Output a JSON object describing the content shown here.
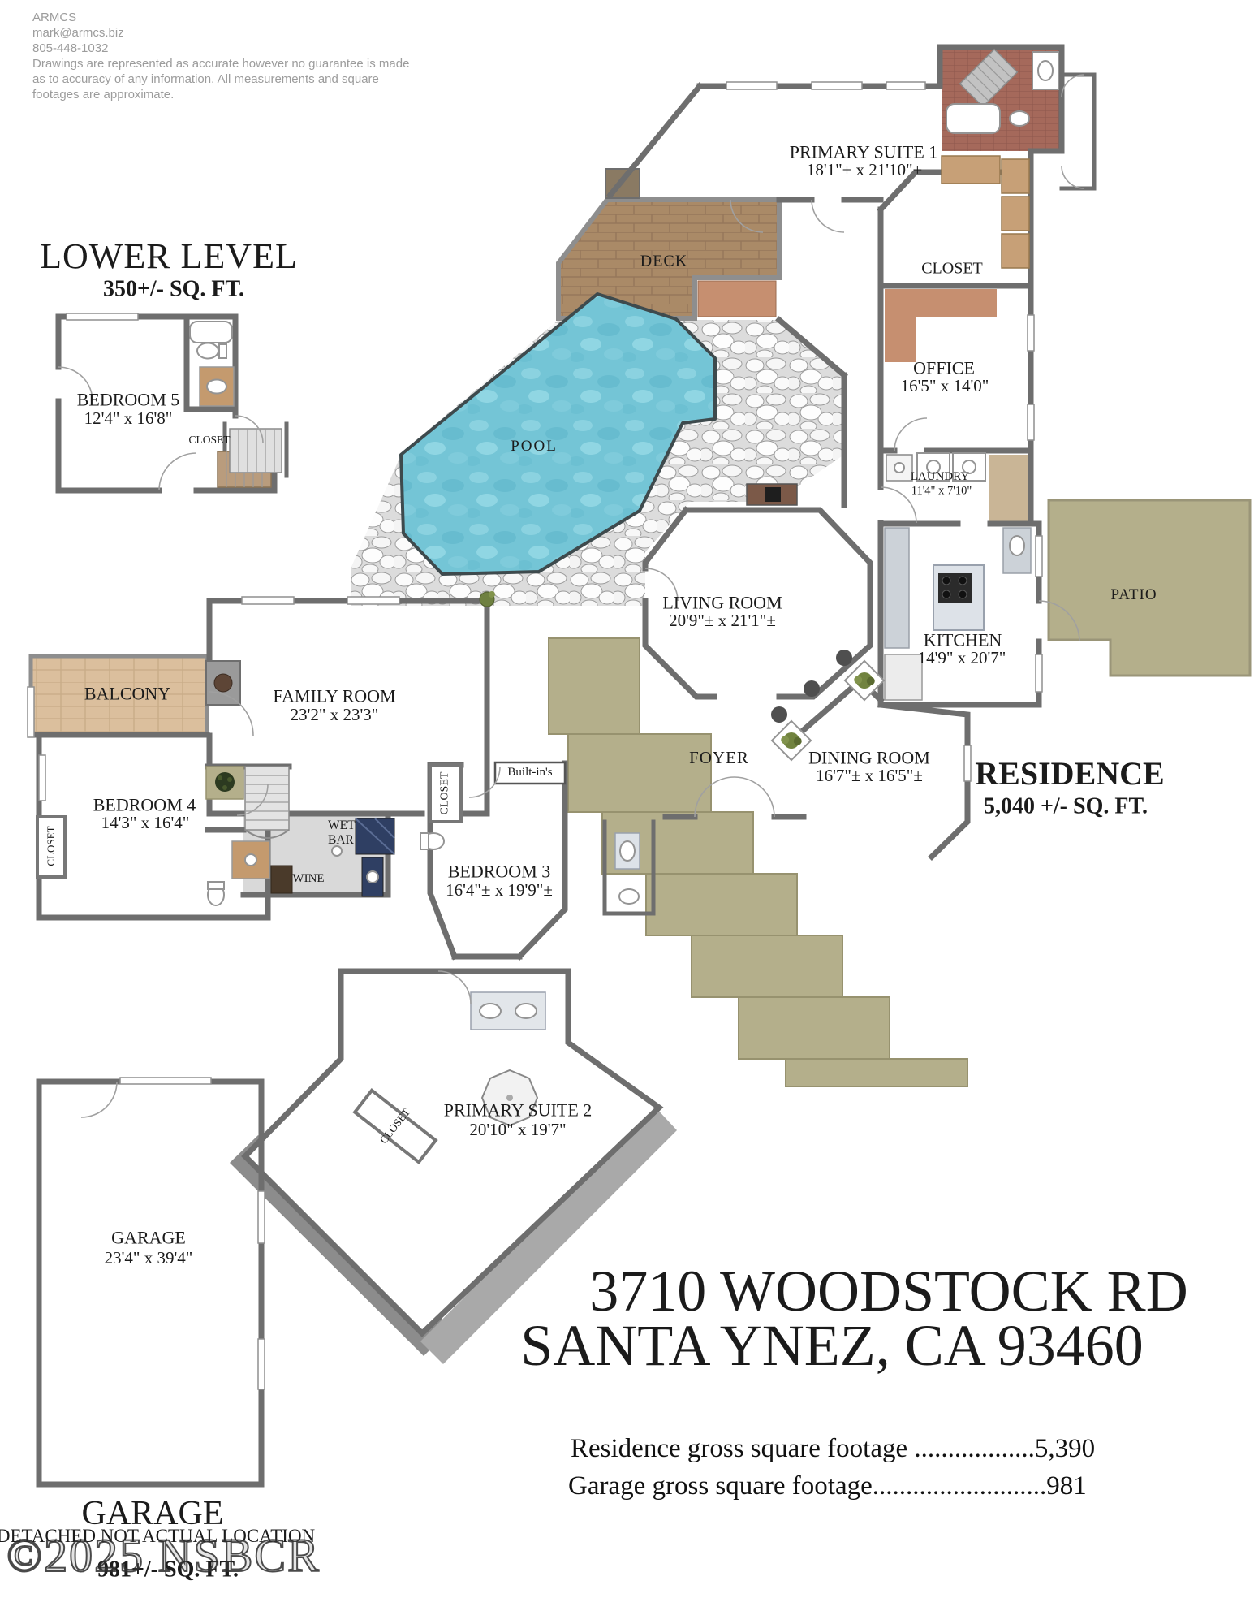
{
  "provider": {
    "name": "ARMCS",
    "email": "mark@armcs.biz",
    "phone": "805-448-1032",
    "disclaimer1": "Drawings are represented as accurate however no guarantee is made",
    "disclaimer2": "as to accuracy of any information. All measurements and square",
    "disclaimer3": "footages are approximate."
  },
  "lower_level": {
    "title": "LOWER LEVEL",
    "sqft": "350+/- SQ. FT.",
    "bedroom5": {
      "name": "BEDROOM 5",
      "dims": "12'4\" x 16'8\""
    },
    "closet": "CLOSET"
  },
  "rooms": {
    "primary_suite_1": {
      "name": "PRIMARY SUITE 1",
      "dims": "18'1\"± x 21'10\"±"
    },
    "deck": {
      "name": "DECK"
    },
    "closet_upper": {
      "name": "CLOSET"
    },
    "office": {
      "name": "OFFICE",
      "dims": "16'5\" x 14'0\""
    },
    "pool": {
      "name": "POOL"
    },
    "laundry": {
      "name": "LAUNDRY",
      "dims": "11'4\" x 7'10\""
    },
    "patio": {
      "name": "PATIO"
    },
    "living_room": {
      "name": "LIVING ROOM",
      "dims": "20'9\"± x 21'1\"±"
    },
    "kitchen": {
      "name": "KITCHEN",
      "dims": "14'9\" x 20'7\""
    },
    "balcony": {
      "name": "BALCONY"
    },
    "family_room": {
      "name": "FAMILY ROOM",
      "dims": "23'2\" x 23'3\""
    },
    "foyer": {
      "name": "FOYER"
    },
    "dining_room": {
      "name": "DINING ROOM",
      "dims": "16'7\"± x 16'5\"±"
    },
    "bedroom_4": {
      "name": "BEDROOM 4",
      "dims": "14'3\" x 16'4\""
    },
    "closet_bedroom4": {
      "name": "CLOSET"
    },
    "wet_bar": {
      "line1": "WET",
      "line2": "BAR"
    },
    "wine": {
      "name": "WINE"
    },
    "closet_bedroom3": {
      "name": "CLOSET"
    },
    "built_ins": {
      "name": "Built-in's"
    },
    "bedroom_3": {
      "name": "BEDROOM 3",
      "dims": "16'4\"± x 19'9\"±"
    },
    "primary_suite_2": {
      "name": "PRIMARY SUITE 2",
      "dims": "20'10\" x 19'7\""
    },
    "closet_suite2": {
      "name": "CLOSET"
    },
    "garage": {
      "name": "GARAGE",
      "dims": "23'4\" x 39'4\""
    }
  },
  "residence": {
    "label": "RESIDENCE",
    "sqft": "5,040 +/- SQ. FT."
  },
  "footer": {
    "address_line1": "3710 WOODSTOCK RD",
    "address_line2": "SANTA YNEZ, CA 93460",
    "residence_footage": "Residence gross square footage ..................5,390",
    "garage_footage": "Garage gross square footage..........................981",
    "garage_title": "GARAGE",
    "garage_note": "DETACHED NOT ACTUAL LOCATION",
    "garage_sqft": "981+/- SQ. FT.",
    "watermark": "©2025 NSBCR"
  },
  "colors": {
    "pool": "#74c5d6",
    "deck": "#aa8a67",
    "patio_steps": "#b4af8b",
    "balcony": "#dbbf9d",
    "stone": "#dcdcdc",
    "bath_tile": "#a5695b",
    "hall_tile": "#c68f70",
    "wall": "#6e6e6e"
  }
}
